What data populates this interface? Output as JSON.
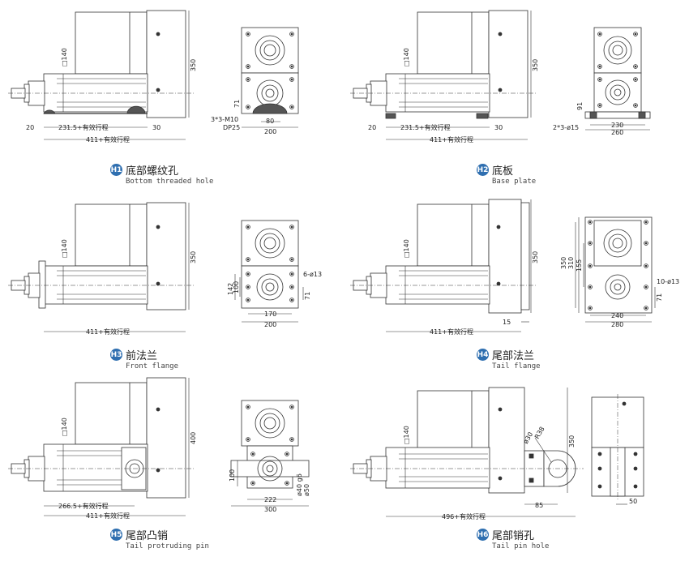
{
  "variants": [
    {
      "badge": "H1",
      "zh": "底部螺纹孔",
      "en": "Bottom threaded hole",
      "dims": {
        "sq": "□140",
        "h": "350",
        "a": "20",
        "b": "231.5+有效行程",
        "c": "30",
        "total": "411+有效行程",
        "w": "200",
        "m": "80",
        "v": "71",
        "note1": "3*3-M10",
        "note2": "DP25"
      }
    },
    {
      "badge": "H2",
      "zh": "底板",
      "en": "Base plate",
      "dims": {
        "sq": "□140",
        "h": "350",
        "a": "20",
        "b": "231.5+有效行程",
        "c": "30",
        "total": "411+有效行程",
        "w1": "230",
        "w2": "260",
        "v": "91",
        "note": "2*3-ø15"
      }
    },
    {
      "badge": "H3",
      "zh": "前法兰",
      "en": "Front flange",
      "dims": {
        "sq": "□140",
        "h": "350",
        "total": "411+有效行程",
        "holes": "6-ø13",
        "w1": "170",
        "w2": "200",
        "v1": "142",
        "v2": "100",
        "v3": "71"
      }
    },
    {
      "badge": "H4",
      "zh": "尾部法兰",
      "en": "Tail flange",
      "dims": {
        "sq": "□140",
        "h": "350",
        "total": "411+有效行程",
        "c": "15",
        "holes": "10-ø13",
        "v0": "350",
        "v1": "310",
        "v2": "155",
        "v3": "71",
        "w1": "240",
        "w2": "280"
      }
    },
    {
      "badge": "H5",
      "zh": "尾部凸销",
      "en": "Tail protruding pin",
      "dims": {
        "sq": "□140",
        "h": "400",
        "b": "266.5+有效行程",
        "total": "411+有效行程",
        "w1": "222",
        "w2": "300",
        "v": "100",
        "d1": "ø40 g6",
        "d2": "ø50"
      }
    },
    {
      "badge": "H6",
      "zh": "尾部销孔",
      "en": "Tail pin hole",
      "dims": {
        "sq": "□140",
        "h": "350",
        "d": "ø30",
        "r": "R38",
        "c": "85",
        "total": "496+有效行程",
        "w": "50"
      }
    }
  ]
}
